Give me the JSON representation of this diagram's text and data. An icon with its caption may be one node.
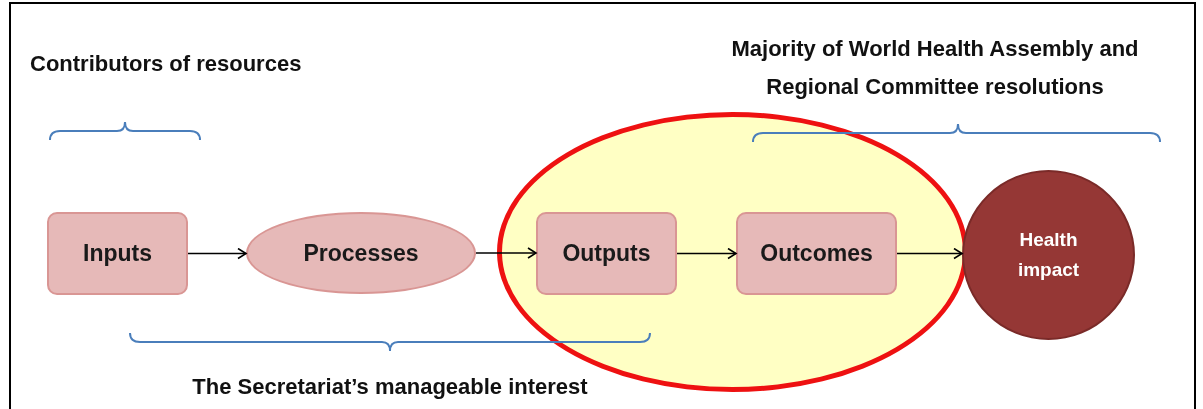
{
  "diagram": {
    "nodes": [
      {
        "text": [
          "Inputs"
        ]
      },
      {
        "text": [
          "Processes"
        ]
      },
      {
        "text": [],
        "shape": "ellipse"
      },
      {
        "text": [
          "Outputs"
        ],
        "in": 2
      },
      {
        "text": [
          "Outcomes"
        ],
        "in": 2
      },
      {
        "text": [
          "Health impact"
        ]
      }
    ],
    "edges": [
      {
        "from": 0,
        "to": 1,
        "arrow": "to"
      },
      {
        "from": 1,
        "to": 3,
        "arrow": "to"
      },
      {
        "from": 3,
        "to": 4,
        "arrow": "to"
      },
      {
        "from": 4,
        "to": 5,
        "arrow": "to"
      }
    ],
    "labels": [
      "Majority of World Health Assembly and Regional Committee resolutions",
      "Contributors of resources",
      "The Secretariat’s manageable interest"
    ]
  }
}
